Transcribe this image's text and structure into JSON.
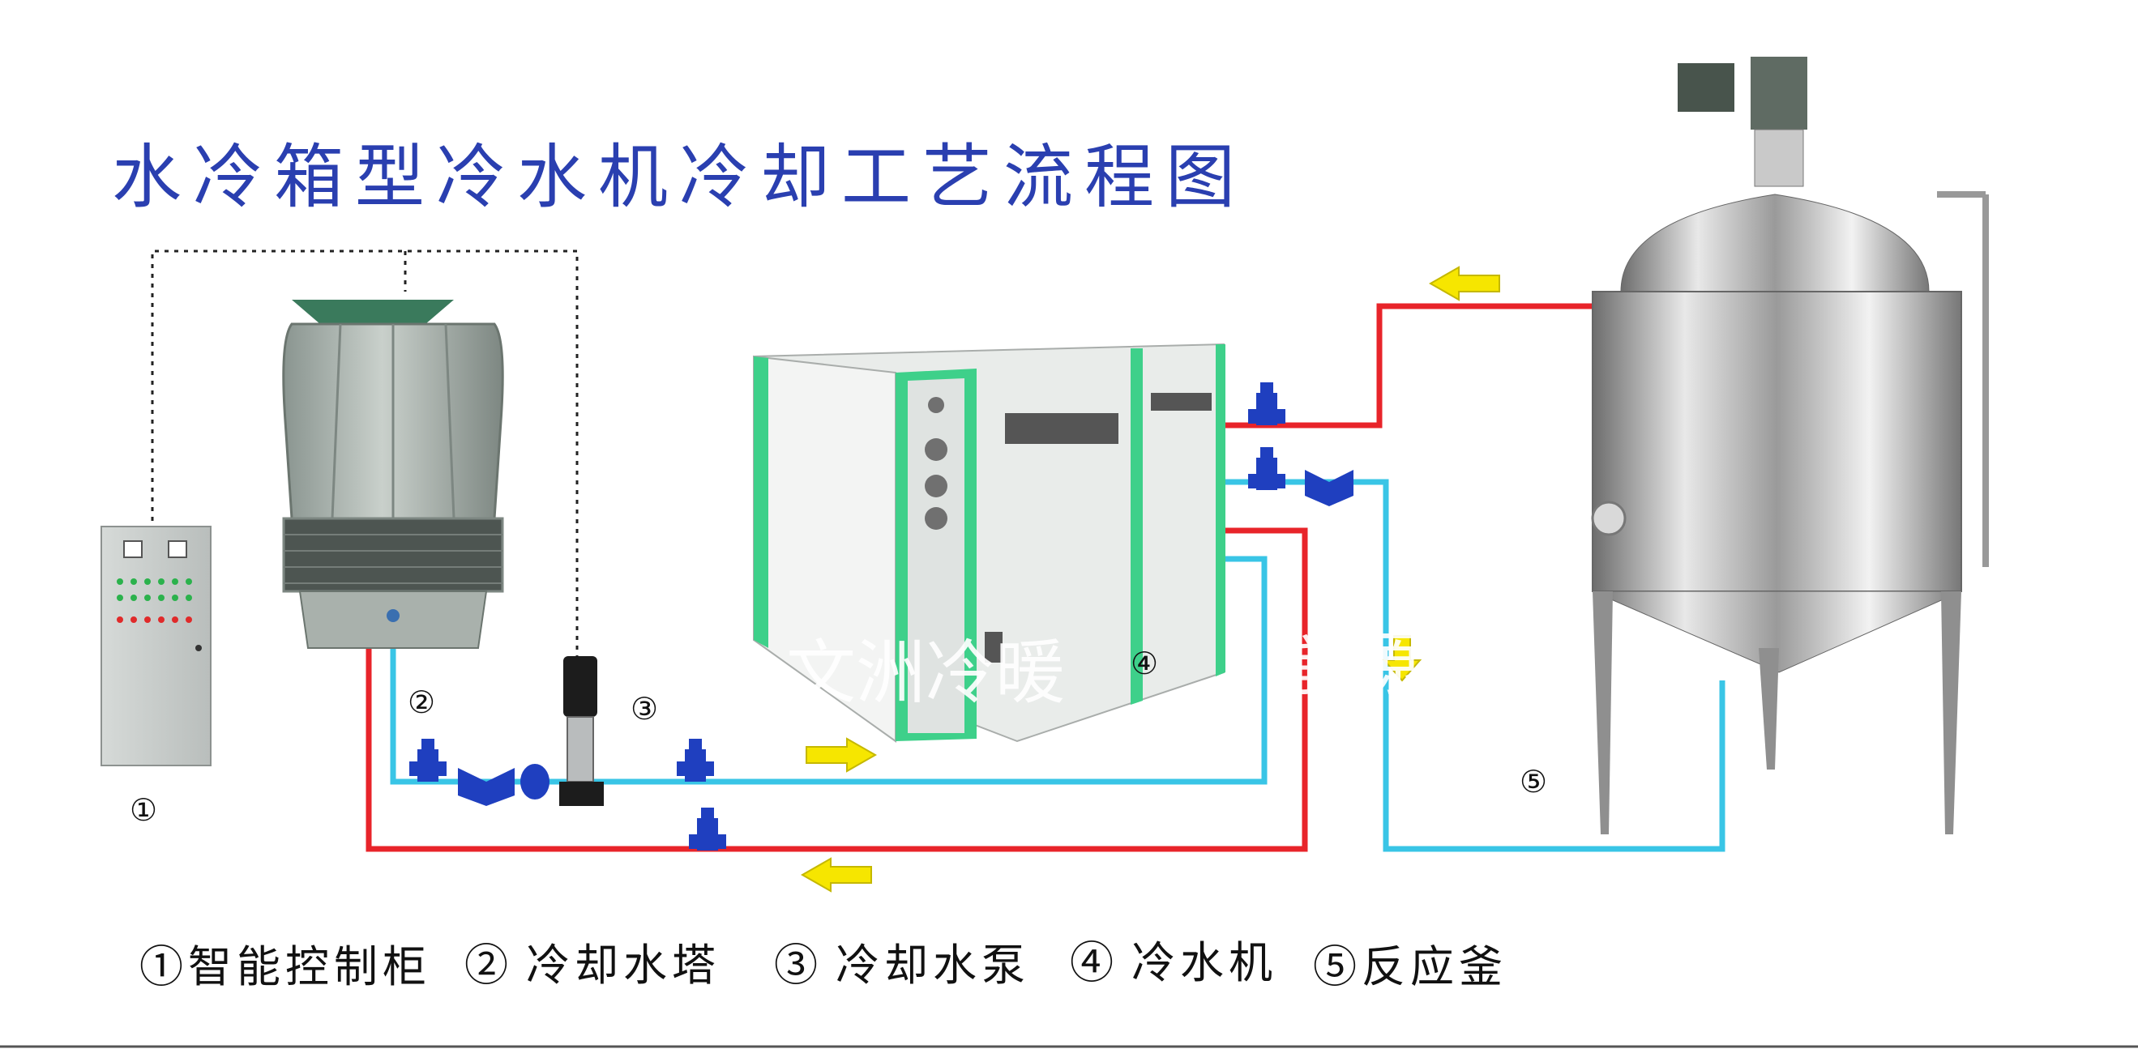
{
  "title": "水冷箱型冷水机冷却工艺流程图",
  "watermark_left": "文洲冷暖",
  "watermark_right": "能源",
  "labels": {
    "n1": "①",
    "n2": "②",
    "n3": "③",
    "n4": "④",
    "n5": "⑤"
  },
  "legend": [
    {
      "num": "①",
      "text": "智能控制柜"
    },
    {
      "num": "②",
      "text": "冷却水塔"
    },
    {
      "num": "③",
      "text": "冷却水泵"
    },
    {
      "num": "④",
      "text": "冷水机"
    },
    {
      "num": "⑤",
      "text": "反应釜"
    }
  ],
  "colors": {
    "title": "#2a3fb0",
    "hot_pipe": "#e8242a",
    "cold_pipe": "#39c5e6",
    "arrow": "#f6e600",
    "chiller_accent": "#3ed08a",
    "valve": "#1f3fbf"
  }
}
